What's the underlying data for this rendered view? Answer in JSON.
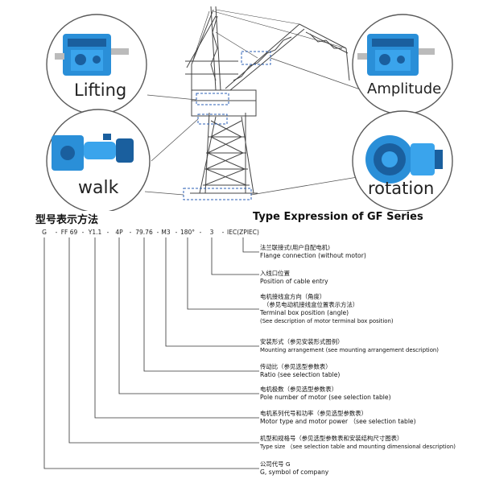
{
  "illustration": {
    "gearbox_labels": {
      "lifting": "Lifting",
      "amplitude": "Amplitude",
      "walk": "walk",
      "rotation": "rotation"
    }
  },
  "heading": {
    "title_cn": "型号表示方法",
    "title_en": "Type Expression of GF Series"
  },
  "code_tokens": [
    "G",
    "-",
    "FF 69",
    "-",
    "Y1.1",
    "-",
    "4P",
    "-",
    "79.76",
    "-",
    "M3",
    "-",
    "180°",
    "-",
    "3",
    "-",
    "IEC(ZPIEC)"
  ],
  "explanations": [
    {
      "cn": "法兰联接式(用户自配电机)",
      "en": "Flange connection (without motor)"
    },
    {
      "cn": "入线口位置",
      "en": "Position of cable entry"
    },
    {
      "cn": "电机接线盒方向（角度）",
      "cn2": "（参见电动机接线盒位置表示方法）",
      "en": "Terminal box position (angle)",
      "en2": "(See description of motor terminal box position)"
    },
    {
      "cn": "安装形式（参见安装形式图例）",
      "en": "Mounting arrangement (see mounting arrangement description)"
    },
    {
      "cn": "传动比（参见选型参数表）",
      "en": "Ratio (see selection table)"
    },
    {
      "cn": "电机极数（参见选型参数表）",
      "en": "Pole number of motor (see selection table)"
    },
    {
      "cn": "电机系列代号和功率（参见选型参数表）",
      "en": "Motor type and motor power （see selection table)"
    },
    {
      "cn": "机型和规格号（参见选型参数表和安装结构尺寸图表）",
      "en": "Type size （see selection table and mounting dimensional description)"
    },
    {
      "cn": "公司代号 G",
      "en": "G, symbol of company"
    }
  ],
  "colors": {
    "gearbox_blue": "#2a8fd8",
    "gearbox_dark": "#1a5f9e",
    "circle_border": "#5a5a5a",
    "crane_line": "#444444",
    "dashed_box": "#2b5fb5"
  }
}
